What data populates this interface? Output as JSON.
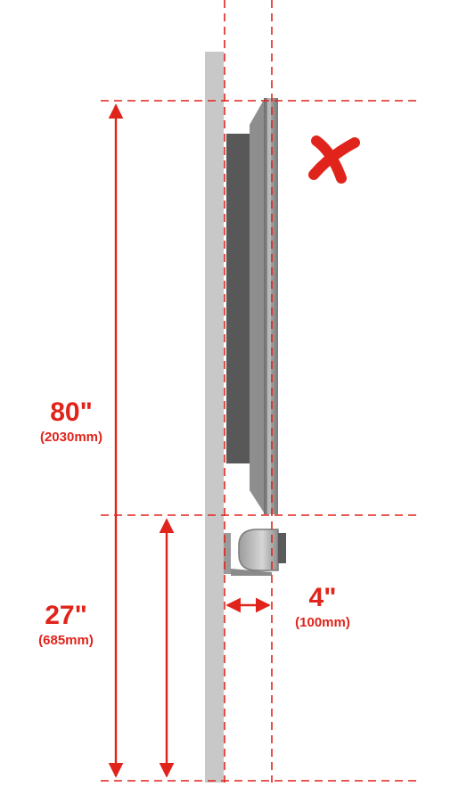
{
  "colors": {
    "accent_red": "#e0241b",
    "wall": "#c8c8c8",
    "panel_dark": "#585858",
    "panel_mid": "#8a8a8a"
  },
  "icons": {
    "not_allowed": "x-mark-icon"
  },
  "dimensions": {
    "total_height": {
      "value": "80\"",
      "metric": "(2030mm)"
    },
    "bottom_height": {
      "value": "27\"",
      "metric": "(685mm)"
    },
    "wall_gap": {
      "value": "4\"",
      "metric": "(100mm)"
    }
  }
}
